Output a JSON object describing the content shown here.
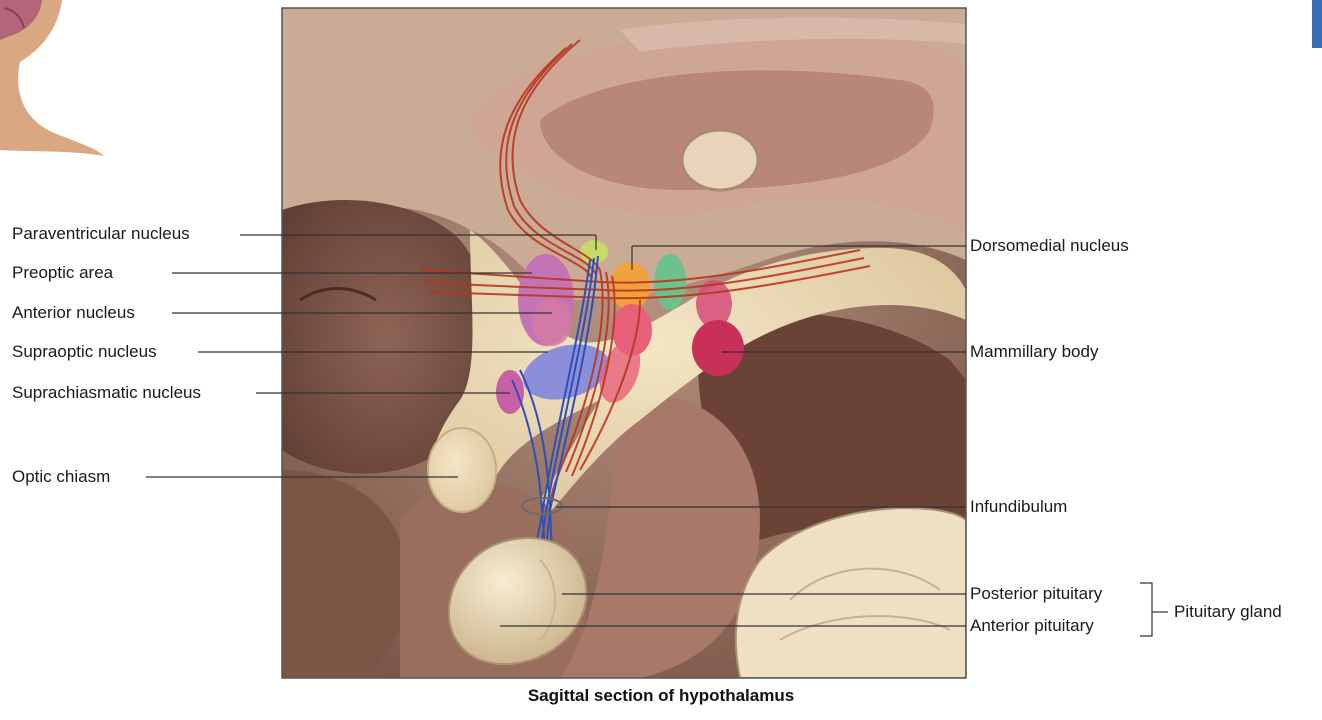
{
  "caption": "Sagittal section of hypothalamus",
  "labels": {
    "paraventricular": "Paraventricular nucleus",
    "preoptic": "Preoptic area",
    "anterior": "Anterior nucleus",
    "supraoptic": "Supraoptic nucleus",
    "suprachiasmatic": "Suprachiasmatic nucleus",
    "optic_chiasm": "Optic chiasm",
    "dorsomedial": "Dorsomedial nucleus",
    "mammillary": "Mammillary body",
    "infundibulum": "Infundibulum",
    "posterior_pituitary": "Posterior pituitary",
    "anterior_pituitary": "Anterior pituitary",
    "pituitary_gland": "Pituitary gland"
  },
  "colors": {
    "paraventricular": "#c8d86a",
    "preoptic": "#c474b4",
    "anterior": "#d67aa6",
    "supraoptic": "#8a8fd8",
    "suprachiasmatic": "#c860a8",
    "dorsomedial": "#f2a23c",
    "ventromedial": "#e8607a",
    "posterior": "#6ec08c",
    "mammillary": "#c8305a",
    "fibers_red": "#b8361e",
    "fibers_blue": "#2f4fb8"
  }
}
